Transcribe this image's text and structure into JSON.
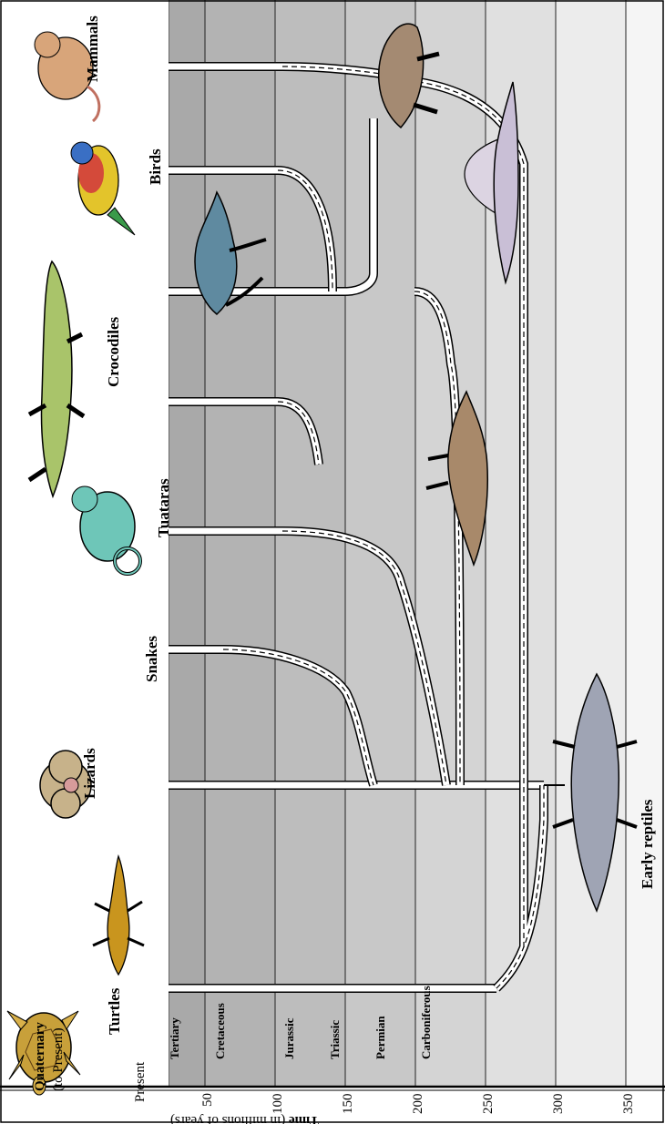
{
  "timeline": {
    "axis_title_bold": "Time",
    "axis_title_rest": " (in millions of years)",
    "quaternary_title": "Quaternary",
    "quaternary_sub": "(to Present)",
    "present_label": "Present",
    "ticks": [
      "50",
      "100",
      "150",
      "200",
      "250",
      "300",
      "350"
    ],
    "periods": [
      "Tertiary",
      "Cretaceous",
      "Jurassic",
      "Triassic",
      "Permian",
      "Carboniferous"
    ],
    "band_colors": [
      "#a9a9a9",
      "#b3b3b3",
      "#bdbdbd",
      "#c8c8c8",
      "#d4d4d4",
      "#e0e0e0",
      "#ececec",
      "#f5f5f5"
    ]
  },
  "groups": {
    "turtles": "Turtles",
    "lizards": "Lizards",
    "snakes": "Snakes",
    "tuataras": "Tuataras",
    "crocodiles": "Crocodiles",
    "birds": "Birds",
    "mammals": "Mammals",
    "early_reptiles": "Early reptiles"
  },
  "illustrations": {
    "turtle": "turtle-illustration",
    "lizard": "lizard-illustration",
    "snake": "snake-illustration",
    "chameleon": "chameleon-illustration",
    "crocodile": "crocodile-illustration",
    "bird": "bird-illustration",
    "mammal": "mammal-illustration",
    "dinosaur_t": "theropod-dinosaur-illustration",
    "dinosaur_s": "dinosaur-illustration",
    "dimetrodon": "dimetrodon-illustration",
    "early_reptile": "early-reptile-illustration",
    "mammal_ancestor": "mammal-ancestor-illustration"
  }
}
